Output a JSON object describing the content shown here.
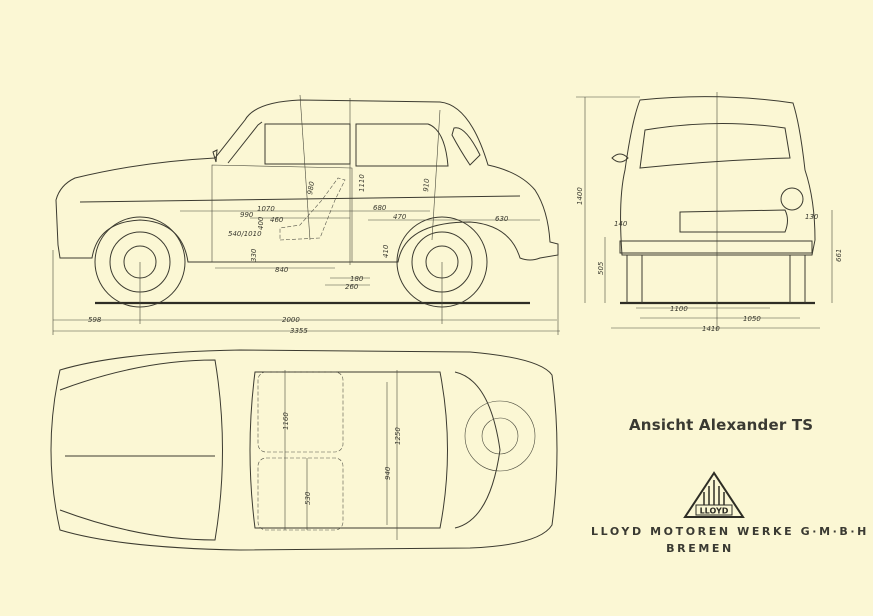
{
  "title": "Ansicht Alexander TS",
  "company": "LLOYD MOTOREN WERKE G·M·B·H",
  "city": "BREMEN",
  "logo_text": "LLOYD",
  "side_view": {
    "dimensions": {
      "front_overhang": "598",
      "wheelbase": "2000",
      "overall_length": "3355",
      "front_height": "980",
      "center_height": "1110",
      "rear_height": "910",
      "front_leg": "1070",
      "seat_depth": "990",
      "seat_width": "460",
      "seat_height": "400",
      "rear_leg": "680",
      "rear_seat": "470",
      "trunk": "630",
      "pedal": "540/1010",
      "floor": "330",
      "floor_length": "840",
      "door_sill": "180",
      "step": "260",
      "rear_footwell": "410"
    }
  },
  "front_view": {
    "dimensions": {
      "overall_height": "1400",
      "headlamp_left": "140",
      "headlamp_right": "130",
      "bumper_height": "505",
      "headlamp_height": "661",
      "track_front": "1100",
      "track_rear": "1050",
      "overall_width": "1410"
    }
  },
  "top_view": {
    "dimensions": {
      "front_width": "1160",
      "rear_seat_width": "530",
      "inner_width": "940",
      "shoulder_width": "1250"
    }
  },
  "colors": {
    "paper": "#fbf7d4",
    "ink": "#3a3a30"
  }
}
